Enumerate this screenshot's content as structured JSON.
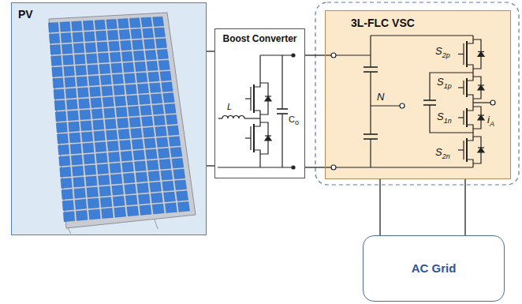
{
  "diagram": {
    "nodes": [
      {
        "text": [
          "PV"
        ]
      },
      {
        "text": [
          "Boost Converter"
        ]
      },
      {
        "text": [
          "3L-FLC VSC"
        ]
      },
      {
        "text": [
          "AC Grid"
        ]
      }
    ],
    "edges": [
      {
        "from": 0,
        "to": 1,
        "arrow": "none"
      },
      {
        "from": 0,
        "to": 1,
        "arrow": "none"
      },
      {
        "from": 1,
        "to": 2,
        "arrow": "none"
      },
      {
        "from": 1,
        "to": 2,
        "arrow": "none"
      },
      {
        "from": 2,
        "to": 3,
        "arrow": "none"
      },
      {
        "from": 2,
        "to": 3,
        "arrow": "none"
      }
    ],
    "labels": [
      "L",
      "Co",
      "N",
      "S2p",
      "S1p",
      "S1n",
      "S2n",
      "iA"
    ]
  }
}
